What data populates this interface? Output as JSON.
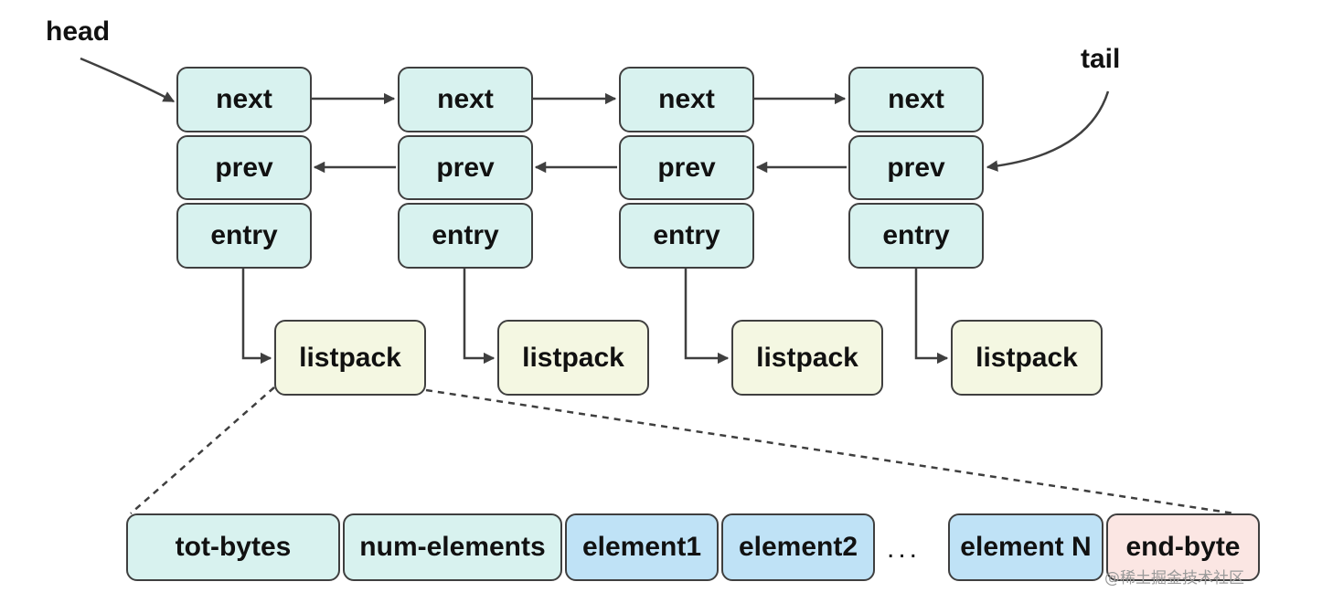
{
  "labels": {
    "head": "head",
    "tail": "tail"
  },
  "nodes": [
    {
      "next": "next",
      "prev": "prev",
      "entry": "entry"
    },
    {
      "next": "next",
      "prev": "prev",
      "entry": "entry"
    },
    {
      "next": "next",
      "prev": "prev",
      "entry": "entry"
    },
    {
      "next": "next",
      "prev": "prev",
      "entry": "entry"
    }
  ],
  "listpacks": [
    "listpack",
    "listpack",
    "listpack",
    "listpack"
  ],
  "listpack_layout": {
    "tot_bytes": "tot-bytes",
    "num_elements": "num-elements",
    "element1": "element1",
    "element2": "element2",
    "ellipsis": "...",
    "elementN": "element N",
    "end_byte": "end-byte"
  },
  "watermark": "@稀土掘金技术社区",
  "colors": {
    "node_fill": "#d8f2ef",
    "listpack_fill": "#f4f7e2",
    "element_fill": "#bfe2f6",
    "end_byte_fill": "#fbe6e3",
    "stroke": "#3f3f3f"
  }
}
